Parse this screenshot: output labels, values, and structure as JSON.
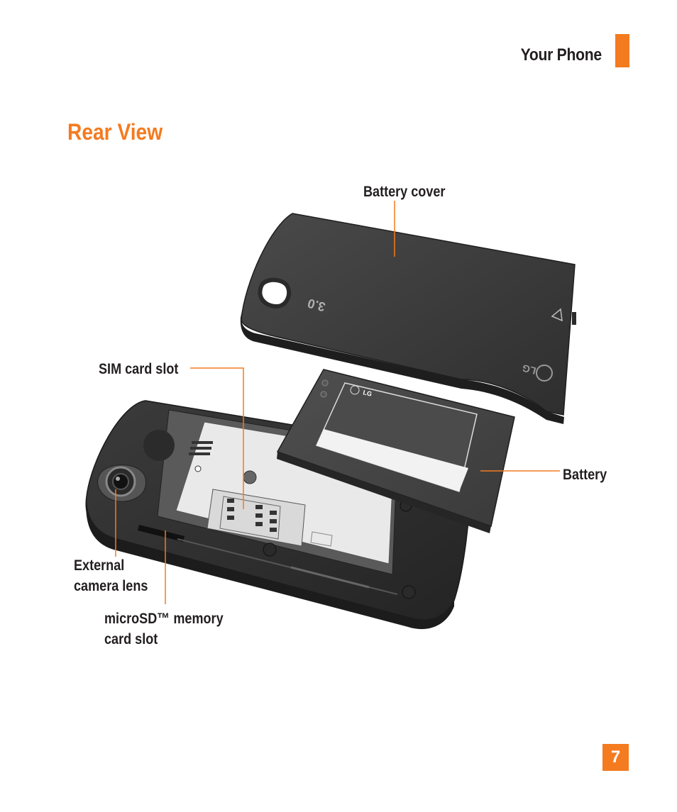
{
  "header": {
    "section": "Your Phone"
  },
  "heading": "Rear View",
  "labels": {
    "battery_cover": "Battery cover",
    "sim_card_slot": "SIM card slot",
    "battery": "Battery",
    "external_camera_lens_line1": "External",
    "external_camera_lens_line2": "camera lens",
    "microsd_line1": "microSD™ memory",
    "microsd_line2": "card slot"
  },
  "page_number": "7",
  "colors": {
    "accent": "#f47b20",
    "text": "#231f20",
    "device_dark": "#3a3a3a"
  },
  "device_marks": {
    "cover_brand": "LG",
    "cover_megapixel": "3.0",
    "battery_brand": "LG"
  }
}
